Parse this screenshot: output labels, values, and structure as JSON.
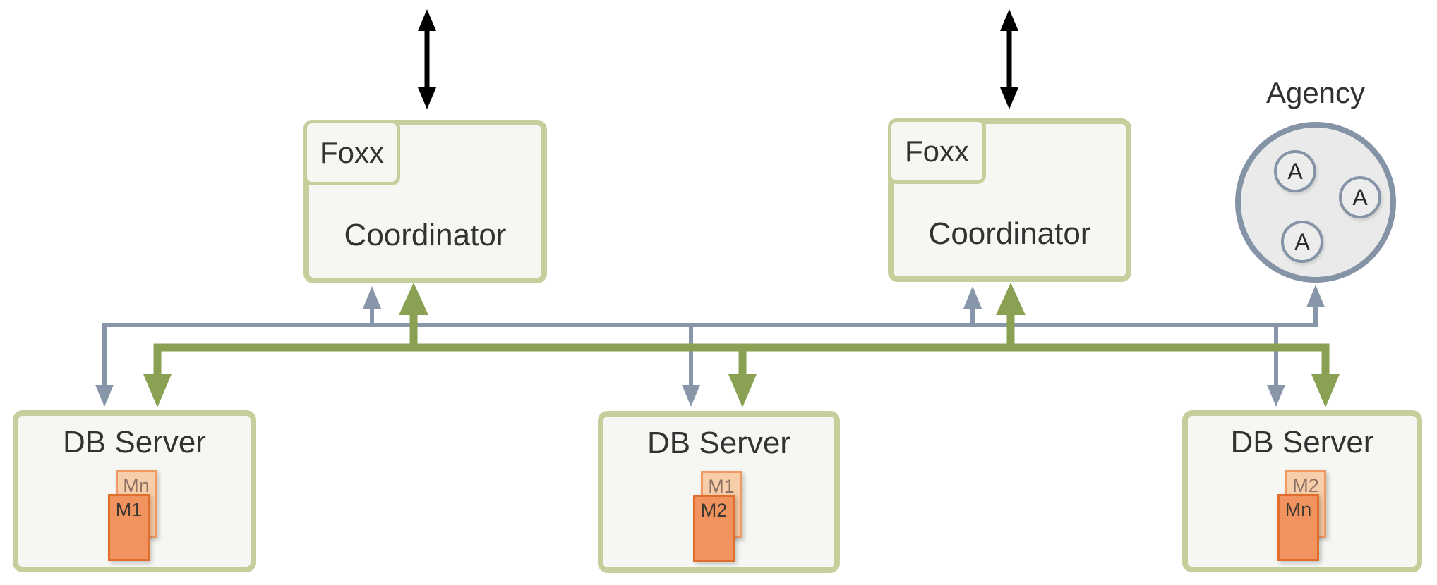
{
  "colors": {
    "bus-green": "#8aa053",
    "bus-gray": "#8797a9",
    "arrow-black": "#000000",
    "node-border": "#c5cf9b",
    "node-fill": "#f6f6f2",
    "card-front-fill": "#f0935e",
    "card-front-border": "#e26e2e",
    "card-back-fill": "#f8cda9",
    "card-back-border": "#ef9a63",
    "agency-border": "#8494a6",
    "agency-fill": "#eaeaea",
    "text": "#323232"
  },
  "coordinators": [
    {
      "foxx_label": "Foxx",
      "title": "Coordinator"
    },
    {
      "foxx_label": "Foxx",
      "title": "Coordinator"
    }
  ],
  "agency": {
    "label": "Agency",
    "nodes": [
      "A",
      "A",
      "A"
    ]
  },
  "db_servers": [
    {
      "title": "DB Server",
      "back_shard": "Mn",
      "front_shard": "M1"
    },
    {
      "title": "DB Server",
      "back_shard": "M1",
      "front_shard": "M2"
    },
    {
      "title": "DB Server",
      "back_shard": "M2",
      "front_shard": "Mn"
    }
  ]
}
